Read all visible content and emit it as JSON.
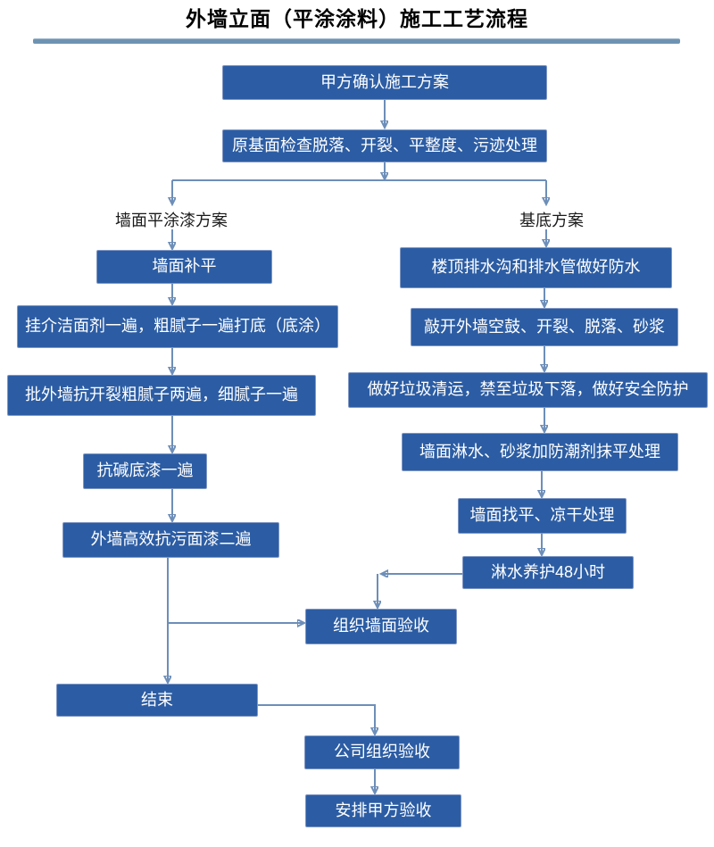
{
  "title": "外墙立面（平涂涂料）施工工艺流程",
  "colors": {
    "node_fill": "#2c5da4",
    "node_border": "#8097c3",
    "node_text": "#ffffff",
    "connector": "#6d8eb8",
    "title_rule": "#6e93b2",
    "label_text": "#1a1a1a",
    "background": "#ffffff"
  },
  "branch_labels": {
    "left": "墙面平涂漆方案",
    "right": "基底方案"
  },
  "nodes": {
    "n1": {
      "label": "甲方确认施工方案"
    },
    "n2": {
      "label": "原基面检查脱落、开裂、平整度、污迹处理"
    },
    "l1": {
      "label": "墙面补平"
    },
    "l2": {
      "label": "挂介洁面剂一遍，粗腻子一遍打底（底涂）"
    },
    "l3": {
      "label": "批外墙抗开裂粗腻子两遍，细腻子一遍"
    },
    "l4": {
      "label": "抗碱底漆一遍"
    },
    "l5": {
      "label": "外墙高效抗污面漆二遍"
    },
    "r1": {
      "label": "楼顶排水沟和排水管做好防水"
    },
    "r2": {
      "label": "敲开外墙空鼓、开裂、脱落、砂浆"
    },
    "r3": {
      "label": "做好垃圾清运，禁至垃圾下落，做好安全防护"
    },
    "r4": {
      "label": "墙面淋水、砂浆加防潮剂抹平处理"
    },
    "r5": {
      "label": "墙面找平、凉干处理"
    },
    "r6": {
      "label": "淋水养护48小时"
    },
    "m1": {
      "label": "组织墙面验收"
    },
    "end": {
      "label": "结束"
    },
    "b1": {
      "label": "公司组织验收"
    },
    "b2": {
      "label": "安排甲方验收"
    }
  },
  "edges": [
    {
      "from": "n1",
      "to": "n2"
    },
    {
      "from": "n2",
      "to": "branch_left_label"
    },
    {
      "from": "n2",
      "to": "branch_right_label"
    },
    {
      "from": "branch_left_label",
      "to": "l1"
    },
    {
      "from": "l1",
      "to": "l2"
    },
    {
      "from": "l2",
      "to": "l3"
    },
    {
      "from": "l3",
      "to": "l4"
    },
    {
      "from": "l4",
      "to": "l5"
    },
    {
      "from": "l5",
      "to": "m1"
    },
    {
      "from": "l5",
      "to": "end"
    },
    {
      "from": "branch_right_label",
      "to": "r1"
    },
    {
      "from": "r1",
      "to": "r2"
    },
    {
      "from": "r2",
      "to": "r3"
    },
    {
      "from": "r3",
      "to": "r4"
    },
    {
      "from": "r4",
      "to": "r5"
    },
    {
      "from": "r5",
      "to": "r6"
    },
    {
      "from": "r6",
      "to": "m1"
    },
    {
      "from": "end",
      "to": "b1"
    },
    {
      "from": "b1",
      "to": "b2"
    }
  ]
}
